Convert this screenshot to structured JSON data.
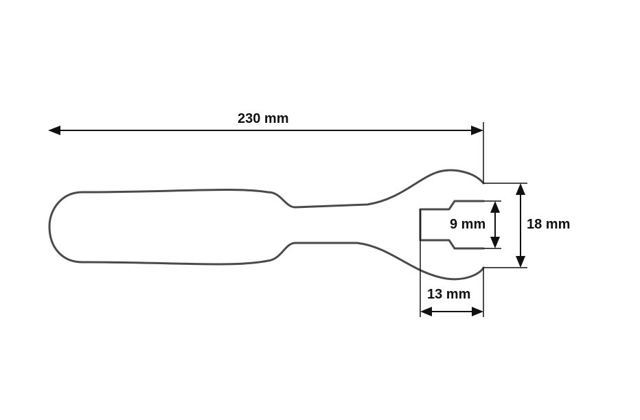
{
  "dimensions": {
    "overall_length": "230 mm",
    "jaw_opening": "9 mm",
    "head_width": "18 mm",
    "head_depth": "13 mm"
  },
  "colors": {
    "outline": "#4a4a4a",
    "dimension": "#111111",
    "background": "#ffffff"
  }
}
